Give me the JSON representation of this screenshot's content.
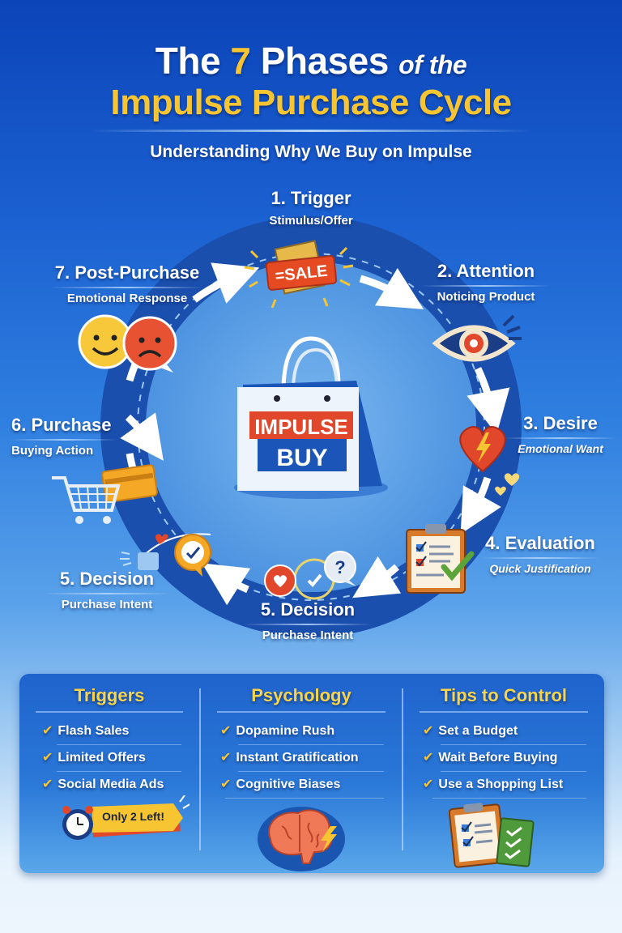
{
  "header": {
    "title_line1_pre": "The ",
    "title_line1_number": "7",
    "title_line1_mid": " Phases ",
    "title_line1_post": "of the",
    "title_line2": "Impulse Purchase Cycle",
    "subtitle": "Understanding Why We Buy on Impulse"
  },
  "center": {
    "bag_line1": "IMPULSE",
    "bag_line2": "BUY"
  },
  "phases": [
    {
      "title": "1. Trigger",
      "subtitle": "Stimulus/Offer",
      "icon": "sale-tag-icon",
      "icon_text": "=SALE"
    },
    {
      "title": "2. Attention",
      "subtitle": "Noticing Product",
      "icon": "eye-icon"
    },
    {
      "title": "3. Desire",
      "subtitle": "Emotional Want",
      "icon": "heart-lightning-icon"
    },
    {
      "title": "4. Evaluation",
      "subtitle": "Quick Justification",
      "icon": "clipboard-check-icon"
    },
    {
      "title": "5. Decision",
      "subtitle": "Purchase Intent",
      "icon": "chat-bubbles-icon",
      "icon_text": "?"
    },
    {
      "title": "5. Decision",
      "subtitle": "Purchase Intent",
      "icon": "thumbs-up-clock-icon"
    },
    {
      "title": "6. Purchase",
      "subtitle": "Buying Action",
      "icon": "cart-card-icon"
    },
    {
      "title": "7. Post-Purchase",
      "subtitle": "Emotional Response",
      "icon": "happy-sad-faces-icon"
    }
  ],
  "panel": {
    "columns": [
      {
        "heading": "Triggers",
        "items": [
          "Flash Sales",
          "Limited Offers",
          "Social Media Ads"
        ],
        "badge": "Only 2 Left!",
        "icon": "alarm-clock-icon"
      },
      {
        "heading": "Psychology",
        "items": [
          "Dopamine Rush",
          "Instant Gratification",
          "Cognitive Biases"
        ],
        "icon": "brain-lightning-icon"
      },
      {
        "heading": "Tips to Control",
        "items": [
          "Set a Budget",
          "Wait Before Buying",
          "Use a Shopping List"
        ],
        "icon": "checklist-icon"
      }
    ],
    "check_glyph": "✔"
  },
  "colors": {
    "accent_yellow": "#f7c531",
    "ring_blue": "#1a4fae",
    "red": "#e0472b",
    "bag_blue": "#1c55b8"
  }
}
